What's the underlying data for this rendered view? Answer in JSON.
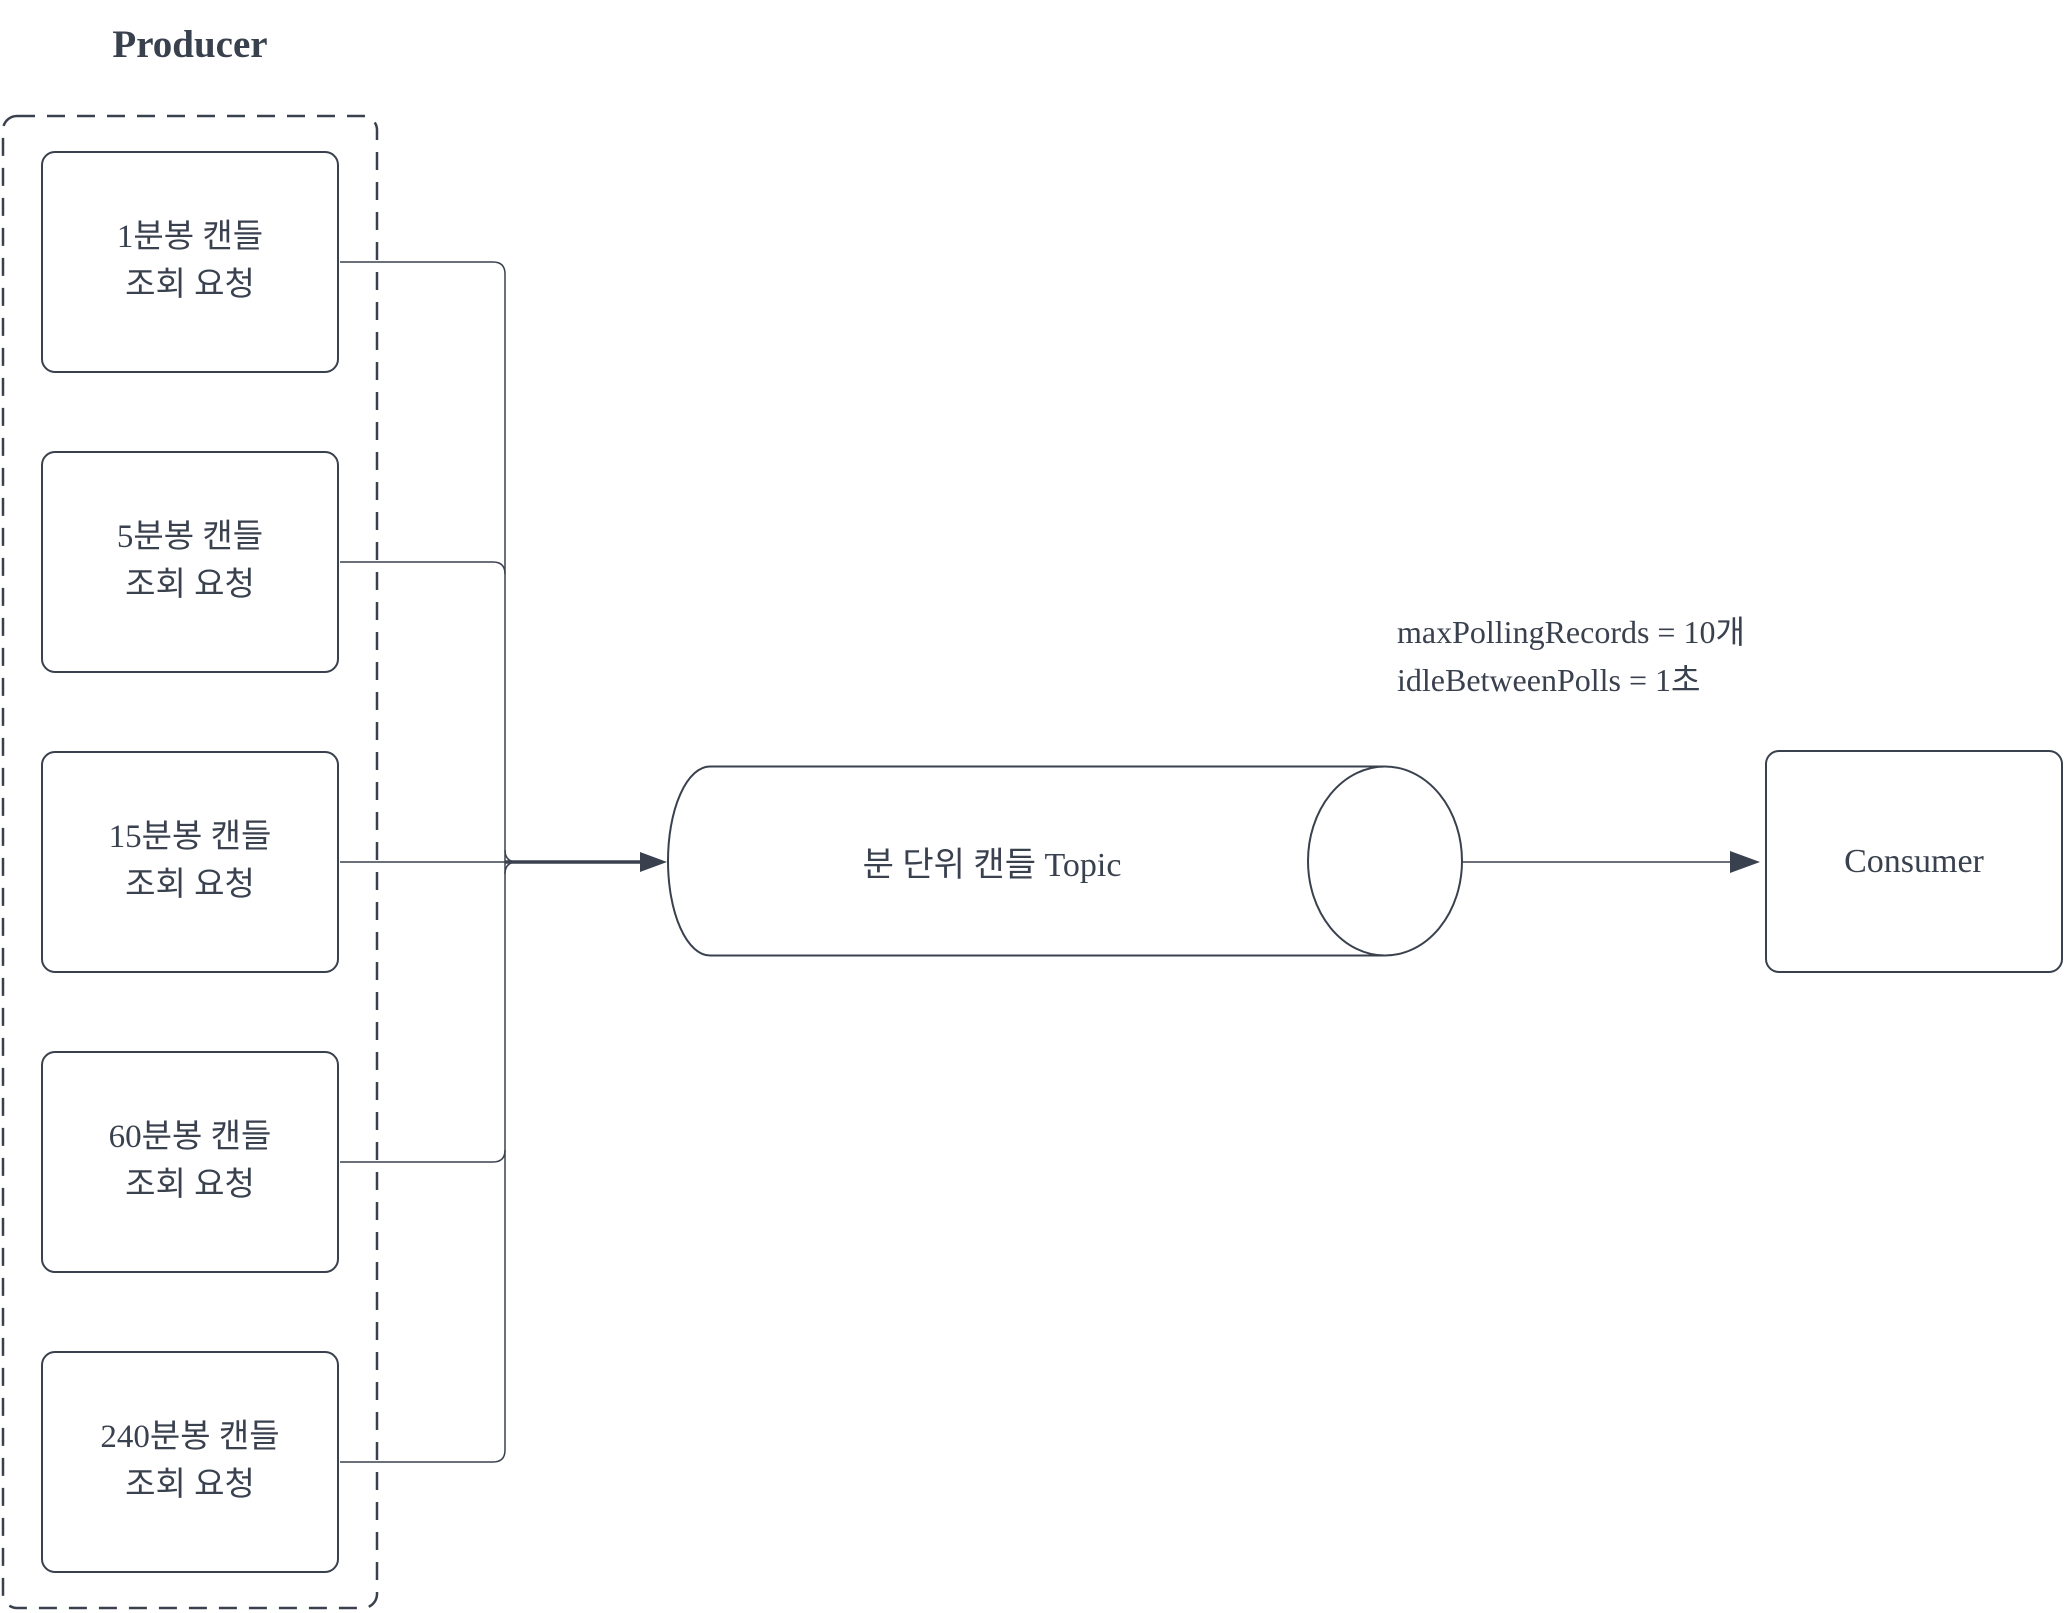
{
  "colors": {
    "stroke": "#3A414E",
    "background": "#FFFFFF"
  },
  "producer": {
    "title": "Producer",
    "requests": [
      {
        "label": "1분봉 캔들\n조회 요청"
      },
      {
        "label": "5분봉 캔들\n조회 요청"
      },
      {
        "label": "15분봉 캔들\n조회 요청"
      },
      {
        "label": "60분봉 캔들\n조회 요청"
      },
      {
        "label": "240분봉 캔들\n조회 요청"
      }
    ]
  },
  "topic": {
    "label": "분 단위 캔들 Topic"
  },
  "consumer": {
    "label": "Consumer",
    "params": {
      "line1": "maxPollingRecords = 10개",
      "line2": "idleBetweenPolls = 1초"
    }
  }
}
